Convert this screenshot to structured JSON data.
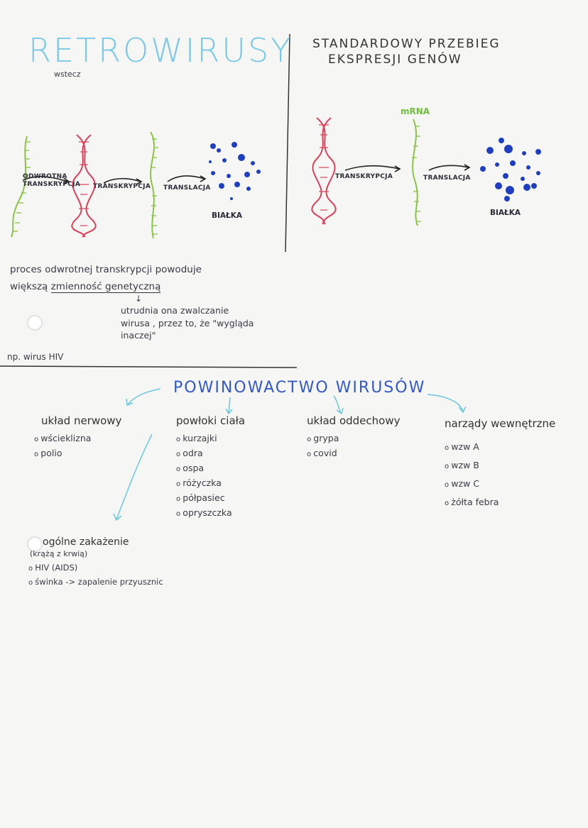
{
  "left": {
    "title": "RETROWIRUSY",
    "subtitle_note": "wstecz",
    "step1": "ODWROTNA\nTRANSKRYPCJA",
    "step2": "TRANSKRYPCJA",
    "step3": "TRANSLACJA",
    "result": "BIAŁKA"
  },
  "right": {
    "title_line1": "STANDARDOWY  PRZEBIEG",
    "title_line2": "EKSPRESJI  GENÓW",
    "mrna": "mRNA",
    "step1": "TRANSKRYPCJA",
    "step2": "TRANSLACJA",
    "result": "BIAŁKA"
  },
  "notes": {
    "line1": "proces  odwrotnej transkrypcji  powoduje",
    "line2a": "większą ",
    "line2b": "zmienność genetyczną",
    "arrow": "↓",
    "sub1": "utrudnia ona zwalczanie",
    "sub2": "wirusa , przez to, że \"wygląda",
    "sub3": "inaczej\"",
    "example": "np. wirus HIV"
  },
  "affinity": {
    "title": "POWINOWACTWO  WIRUSÓW",
    "columns": [
      {
        "head": "układ nerwowy",
        "items": [
          "wścieklizna",
          "polio"
        ]
      },
      {
        "head": "powłoki ciała",
        "items": [
          "kurzajki",
          "odra",
          "ospa",
          "różyczka",
          "półpasiec",
          "opryszczka"
        ]
      },
      {
        "head": "układ oddechowy",
        "items": [
          "grypa",
          "covid"
        ]
      },
      {
        "head": "narządy wewnętrzne",
        "items": [
          "wzw A",
          "wzw B",
          "wzw C",
          "żółta febra"
        ]
      }
    ],
    "general": {
      "head": "ogólne zakażenie",
      "sub": "(krążą z krwią)",
      "items": [
        "HIV (AIDS)",
        "świnka -> zapalenie przyusznic"
      ]
    }
  },
  "colors": {
    "title_blue": "#7cc8e6",
    "category_blue": "#3558c8",
    "dna_red": "#d9415a",
    "rna_green": "#8bc34a",
    "protein_blue": "#1f3fbf",
    "arrow_teal": "#6cc6d9"
  }
}
